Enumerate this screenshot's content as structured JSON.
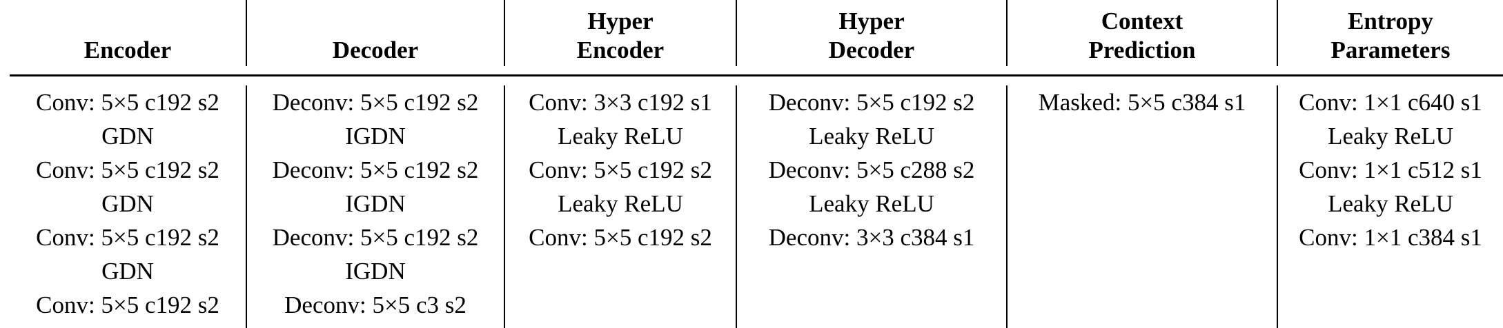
{
  "columns": [
    {
      "header": [
        "",
        "Encoder"
      ],
      "layers": [
        "Conv: 5×5 c192 s2",
        "GDN",
        "Conv: 5×5 c192 s2",
        "GDN",
        "Conv: 5×5 c192 s2",
        "GDN",
        "Conv: 5×5 c192 s2"
      ]
    },
    {
      "header": [
        "",
        "Decoder"
      ],
      "layers": [
        "Deconv: 5×5 c192 s2",
        "IGDN",
        "Deconv: 5×5 c192 s2",
        "IGDN",
        "Deconv: 5×5 c192 s2",
        "IGDN",
        "Deconv: 5×5 c3 s2"
      ]
    },
    {
      "header": [
        "Hyper",
        "Encoder"
      ],
      "layers": [
        "Conv: 3×3 c192 s1",
        "Leaky ReLU",
        "Conv: 5×5 c192 s2",
        "Leaky ReLU",
        "Conv: 5×5 c192 s2"
      ]
    },
    {
      "header": [
        "Hyper",
        "Decoder"
      ],
      "layers": [
        "Deconv: 5×5 c192 s2",
        "Leaky ReLU",
        "Deconv: 5×5 c288 s2",
        "Leaky ReLU",
        "Deconv: 3×3 c384 s1"
      ]
    },
    {
      "header": [
        "Context",
        "Prediction"
      ],
      "layers": [
        "Masked: 5×5 c384 s1"
      ]
    },
    {
      "header": [
        "Entropy",
        "Parameters"
      ],
      "layers": [
        "Conv: 1×1 c640 s1",
        "Leaky ReLU",
        "Conv: 1×1 c512 s1",
        "Leaky ReLU",
        "Conv: 1×1 c384 s1"
      ]
    }
  ]
}
